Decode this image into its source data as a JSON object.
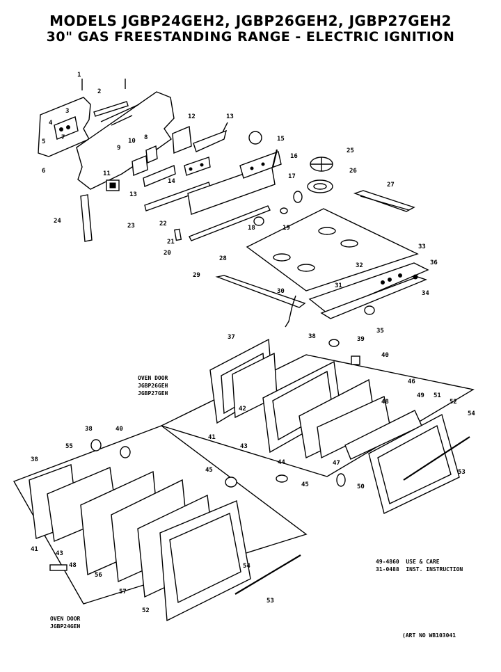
{
  "title_line1": "MODELS JGBP24GEH2, JGBP26GEH2, JGBP27GEH2",
  "title_line2": "30\" GAS FREESTANDING RANGE - ELECTRIC IGNITION",
  "oven_door_upper": "OVEN DOOR\nJGBP26GEH\nJGBP27GEH",
  "oven_door_lower": "OVEN DOOR\nJGBP24GEH",
  "literature": "49-4860  USE & CARE\n31-0488  INST. INSTRUCTION",
  "art_no": "(ART NO WB103041",
  "part_labels": [
    "1",
    "2",
    "3",
    "4",
    "5",
    "6",
    "7",
    "8",
    "9",
    "10",
    "11",
    "12",
    "13",
    "13",
    "14",
    "15",
    "16",
    "17",
    "18",
    "19",
    "20",
    "21",
    "22",
    "23",
    "24",
    "25",
    "26",
    "27",
    "28",
    "29",
    "30",
    "31",
    "32",
    "33",
    "34",
    "35",
    "36",
    "37",
    "38",
    "38",
    "38",
    "39",
    "40",
    "40",
    "41",
    "41",
    "42",
    "43",
    "43",
    "44",
    "45",
    "45",
    "46",
    "47",
    "48",
    "48",
    "49",
    "50",
    "51",
    "52",
    "52",
    "53",
    "53",
    "54",
    "54",
    "55",
    "56",
    "57"
  ]
}
